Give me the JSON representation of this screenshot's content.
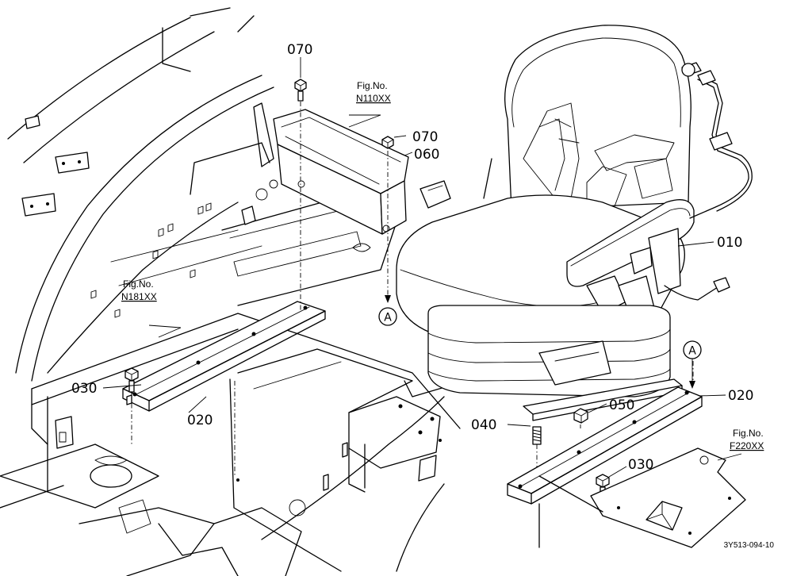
{
  "parts": {
    "p010": "010",
    "p020_left": "020",
    "p020_right": "020",
    "p030_left": "030",
    "p030_right": "030",
    "p040": "040",
    "p050": "050",
    "p060": "060",
    "p070_top": "070",
    "p070_right": "070"
  },
  "refs": {
    "a_upper": "A",
    "a_lower": "A"
  },
  "figure_refs": [
    {
      "label": "Fig.No.",
      "number": "N110XX"
    },
    {
      "label": "Fig.No.",
      "number": "N181XX"
    },
    {
      "label": "Fig.No.",
      "number": "F220XX"
    }
  ],
  "drawing_code": "3Y513-094-10"
}
